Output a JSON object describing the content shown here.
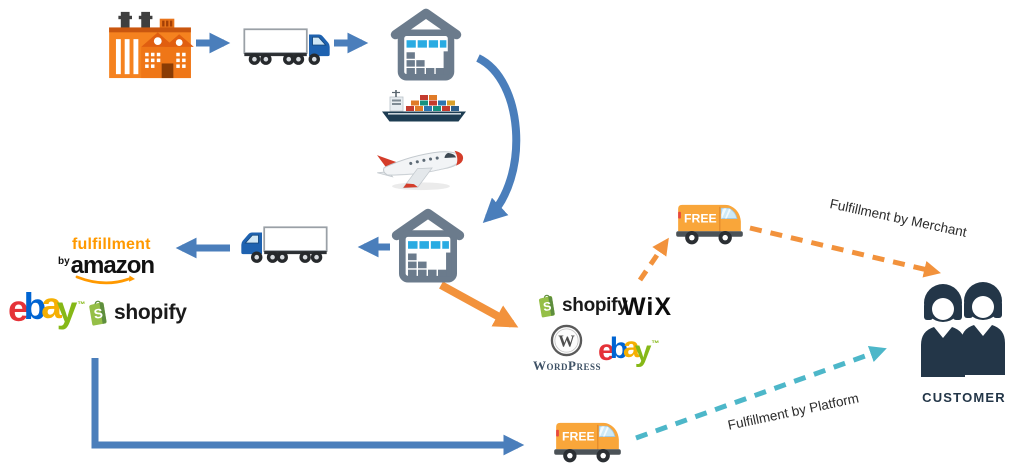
{
  "labels": {
    "fulfillment_by_merchant": "Fulfillment by Merchant",
    "fulfillment_by_platform": "Fulfillment by Platform",
    "customer": "CUSTOMER",
    "van_text": "FREE"
  },
  "logos": {
    "amazon": {
      "fulfillment": "fulfillment",
      "by": "by",
      "name": "amazon"
    },
    "ebay": {
      "e": "e",
      "b": "b",
      "a": "a",
      "y": "y",
      "tm": "™"
    },
    "shopify": {
      "initial": "S",
      "name": "shopify"
    },
    "wix": {
      "name": "WiX"
    },
    "wordpress": {
      "initial": "W",
      "name": "WordPress"
    }
  },
  "icons": {
    "factory": "factory-icon",
    "truck": "truck-icon",
    "warehouse": "warehouse-icon",
    "cargo_ship": "cargo-ship-icon",
    "airplane": "airplane-icon",
    "delivery_van": "delivery-van-icon",
    "customer": "customer-people-icon"
  },
  "colors": {
    "arrow_blue": "#4a7ebb",
    "arrow_orange": "#f2923c",
    "arrow_teal": "#4db7c9",
    "warehouse_gray": "#6b7b8c",
    "window_blue": "#29abe2",
    "factory_orange": "#f5821f",
    "van_yellow": "#f9a63a",
    "customer_navy": "#233648",
    "amazon_orange": "#ff9900",
    "ebay_red": "#e53238",
    "ebay_blue": "#0064d2",
    "ebay_yellow": "#f5af02",
    "ebay_green": "#86b817",
    "shopify_green": "#95bf47",
    "wordpress_gray": "#3f5266"
  }
}
